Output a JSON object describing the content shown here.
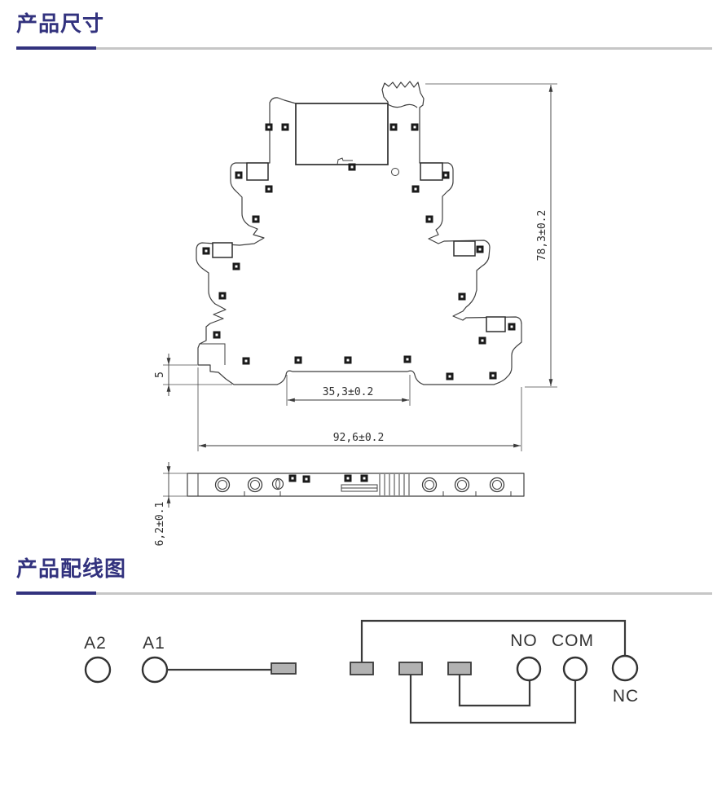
{
  "page": {
    "background": "#ffffff",
    "accent_color": "#32327E",
    "rule_gray_color": "#c6c6c6",
    "line_color": "#3f3f3f"
  },
  "sections": [
    {
      "id": "dimensions",
      "title": "产品尺寸"
    },
    {
      "id": "wiring",
      "title": "产品配线图"
    }
  ],
  "dimension_figure": {
    "dims": {
      "height": "78,3±0.2",
      "inner_width": "35,3±0.2",
      "total_width": "92,6±0.2",
      "foot_height": "5",
      "strip_height": "6,2±0.1"
    }
  },
  "wiring_figure": {
    "terminal_fill": "#b2b2b2",
    "wire_color": "#3a3a3a",
    "terminals": {
      "a2": "A2",
      "a1": "A1",
      "no": "NO",
      "com": "COM",
      "nc": "NC"
    }
  }
}
